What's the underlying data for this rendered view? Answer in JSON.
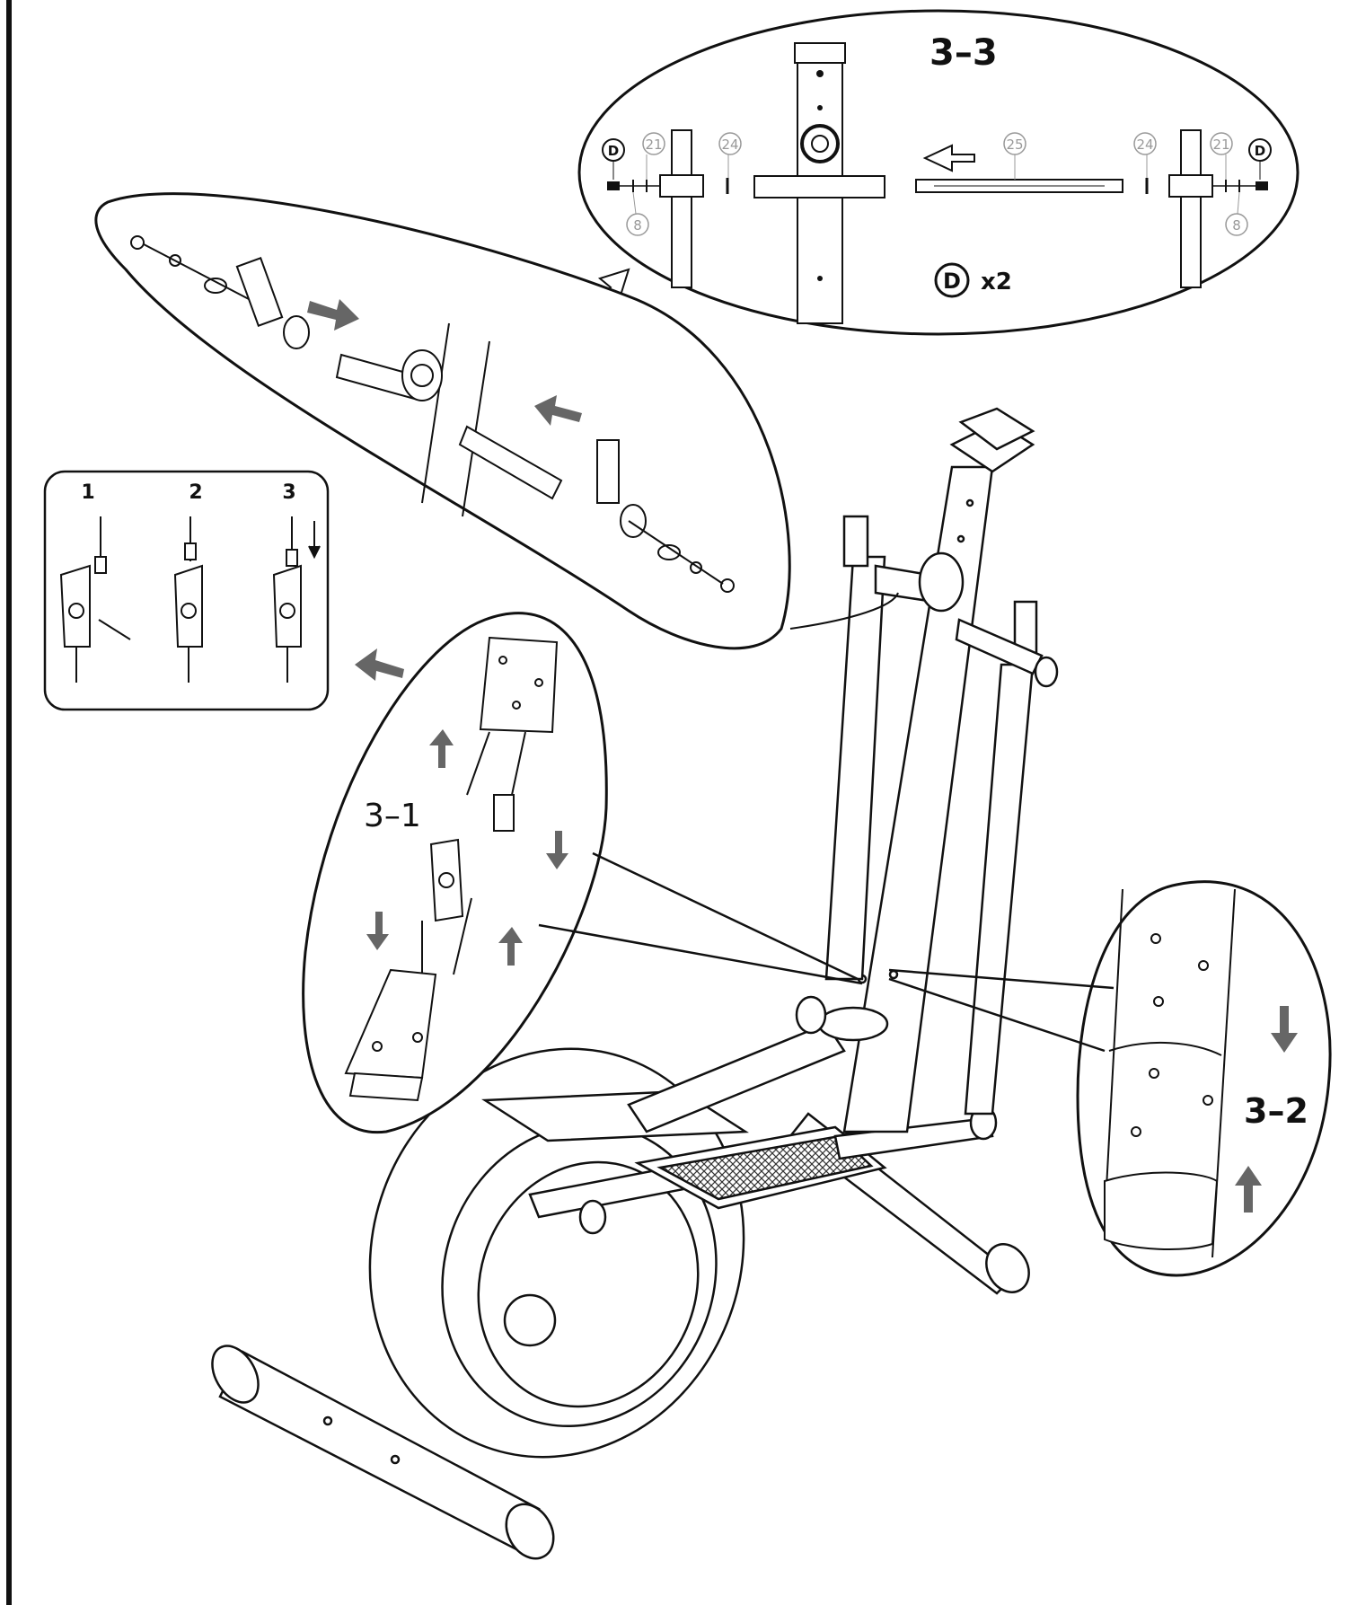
{
  "colors": {
    "ink": "#111111",
    "arrow": "#666666",
    "part_number": "#999999",
    "background": "#ffffff"
  },
  "callout_3_3": {
    "title": "3–3",
    "hardware_letter": "D",
    "hardware_qty": "x2",
    "left_parts": {
      "d": "D",
      "p21": "21",
      "p24": "24",
      "p8": "8"
    },
    "center_part": "25",
    "right_parts": {
      "d": "D",
      "p21": "21",
      "p24": "24",
      "p8": "8"
    }
  },
  "callout_3_1": {
    "title": "3–1"
  },
  "callout_3_2": {
    "title": "3–2"
  },
  "cable_steps": {
    "step1": "1",
    "step2": "2",
    "step3": "3"
  }
}
